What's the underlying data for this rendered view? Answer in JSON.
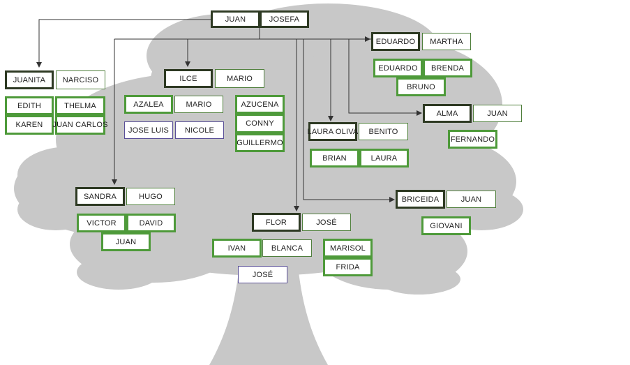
{
  "people": {
    "juan_root": "JUAN",
    "josefa": "JOSEFA",
    "juanita": "JUANITA",
    "narciso": "NARCISO",
    "edith": "EDITH",
    "thelma": "THELMA",
    "karen": "KAREN",
    "juan_carlos": "JUAN CARLOS",
    "ilce": "ILCE",
    "mario_spouse": "MARIO",
    "azalea": "AZALEA",
    "mario_child": "MARIO",
    "jose_luis": "JOSE LUIS",
    "nicole": "NICOLE",
    "azucena": "AZUCENA",
    "conny": "CONNY",
    "guillermo": "GUILLERMO",
    "eduardo_parent": "EDUARDO",
    "martha": "MARTHA",
    "eduardo_child": "EDUARDO",
    "brenda": "BRENDA",
    "bruno": "BRUNO",
    "alma": "ALMA",
    "juan_alma": "JUAN",
    "fernando": "FERNANDO",
    "laura_oliva": "LAURA OLIVA",
    "benito": "BENITO",
    "brian": "BRIAN",
    "laura": "LAURA",
    "sandra": "SANDRA",
    "hugo": "HUGO",
    "victor": "VICTOR",
    "david": "DAVID",
    "juan_sandra": "JUAN",
    "flor": "FLOR",
    "jose_flor": "JOSÉ",
    "ivan": "IVAN",
    "blanca": "BLANCA",
    "jose_ivan": "JOSÉ",
    "marisol": "MARISOL",
    "frida": "FRIDA",
    "briceida": "BRICEIDA",
    "juan_briceida": "JUAN",
    "giovani": "GIOVANI"
  },
  "colors": {
    "tree_silhouette": "#c8c8c8",
    "parent_border": "#2e3a23",
    "child_border": "#4e9a3a",
    "spouse_border": "#4f7f3c",
    "grandchild_border": "#5a4f98",
    "connector": "#333333"
  }
}
